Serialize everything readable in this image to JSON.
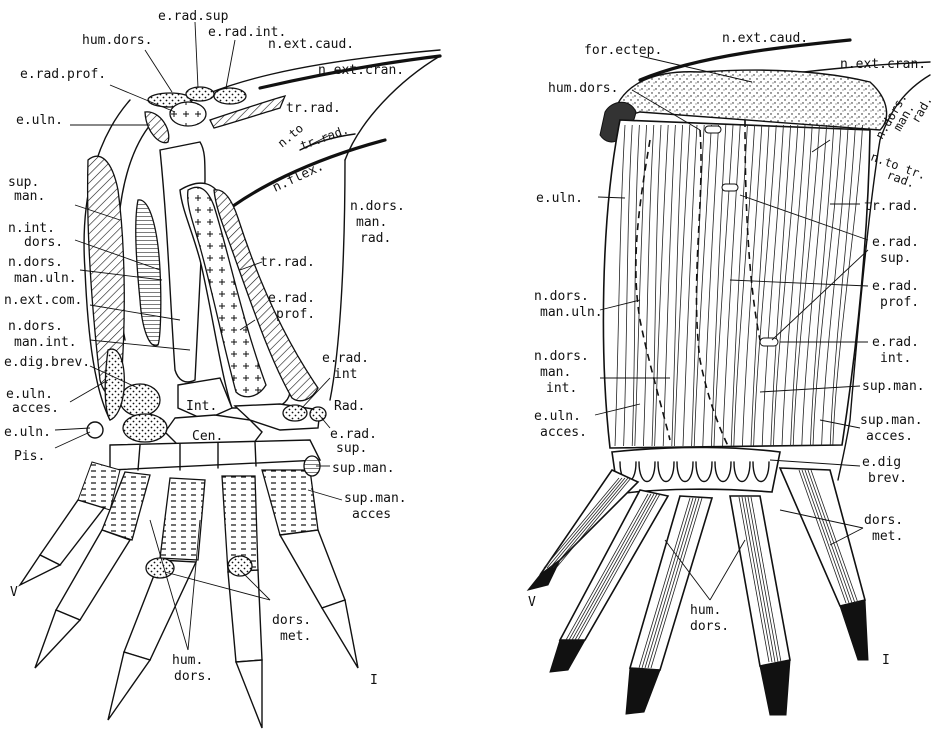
{
  "left_figure": {
    "labels": {
      "e_rad_sup": "e.rad.sup",
      "e_rad_int": "e.rad.int.",
      "hum_dors": "hum.dors.",
      "n_ext_caud": "n.ext.caud.",
      "e_rad_prof": "e.rad.prof.",
      "n_ext_cran": "n.ext.cran.",
      "tr_rad_top": "tr.rad.",
      "n_to": "n.to",
      "tr_rad_n": "tr.rad.",
      "e_uln": "e.uln.",
      "n_flex": "n.flex.",
      "sup": "sup.",
      "man": "man.",
      "n_dors_1": "n.dors.",
      "n_dors_2": "man.",
      "n_dors_3": "rad.",
      "n_int_1": "n.int.",
      "n_int_2": "dors.",
      "tr_rad_mid": "tr.rad.",
      "n_dors_uln_1": "n.dors.",
      "n_dors_uln_2": "man.uln.",
      "n_ext_com": "n.ext.com.",
      "e_rad_prof2_1": "e.rad.",
      "e_rad_prof2_2": "prof.",
      "n_dors_int_1": "n.dors.",
      "n_dors_int_2": "man.int.",
      "e_dig_brev": "e.dig.brev.",
      "e_rad_int2_1": "e.rad.",
      "e_rad_int2_2": "int",
      "e_uln_acces_1": "e.uln.",
      "e_uln_acces_2": "acces.",
      "int_bone": "Int.",
      "rad": "Rad.",
      "e_uln_b": "e.uln.",
      "cen": "Cen.",
      "e_rad_sup2_1": "e.rad.",
      "e_rad_sup2_2": "sup.",
      "pis": "Pis.",
      "sup_man": "sup.man.",
      "sup_man_acces_1": "sup.man.",
      "sup_man_acces_2": "acces",
      "dors_met_1": "dors.",
      "dors_met_2": "met.",
      "hum_dors_b_1": "hum.",
      "hum_dors_b_2": "dors.",
      "digit_v": "V",
      "digit_i": "I"
    }
  },
  "right_figure": {
    "labels": {
      "for_ectep": "for.ectep.",
      "n_ext_caud": "n.ext.caud.",
      "n_ext_cran": "n.ext.cran.",
      "hum_dors": "hum.dors.",
      "n_dors_1": "n.dors.",
      "n_dors_2": "man.",
      "n_dors_3": "rad.",
      "n_to_1": "n.to tr.",
      "n_to_2": "rad.",
      "e_uln": "e.uln.",
      "tr_rad": "tr.rad.",
      "e_rad_sup_1": "e.rad.",
      "e_rad_sup_2": "sup.",
      "e_rad_prof_1": "e.rad.",
      "e_rad_prof_2": "prof.",
      "n_dors_uln_1": "n.dors.",
      "n_dors_uln_2": "man.uln.",
      "e_rad_int_1": "e.rad.",
      "e_rad_int_2": "int.",
      "n_dors_int_1": "n.dors.",
      "n_dors_int_2": "man.",
      "n_dors_int_3": "int.",
      "sup_man": "sup.man.",
      "e_uln_acces_1": "e.uln.",
      "e_uln_acces_2": "acces.",
      "sup_man_acces_1": "sup.man.",
      "sup_man_acces_2": "acces.",
      "e_dig_brev_1": "e.dig",
      "e_dig_brev_2": "brev.",
      "dors_met_1": "dors.",
      "dors_met_2": "met.",
      "hum_dors_b_1": "hum.",
      "hum_dors_b_2": "dors.",
      "digit_v": "V",
      "digit_i": "I"
    }
  }
}
